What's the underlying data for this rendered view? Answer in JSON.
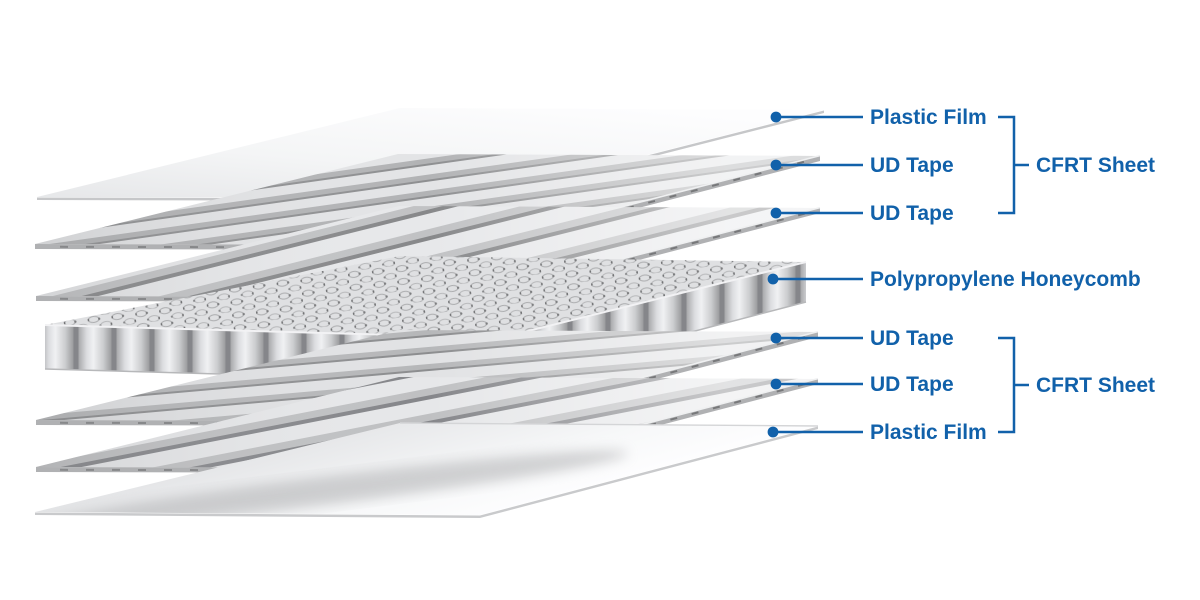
{
  "diagram": {
    "type": "exploded-layer-diagram",
    "subject": "CFRT honeycomb sandwich panel lay-up",
    "background_color": "#ffffff",
    "accent_color": "#1161aa",
    "layers_top_to_bottom": [
      "Plastic Film",
      "UD Tape",
      "UD Tape",
      "Polypropylene Honeycomb",
      "UD Tape",
      "UD Tape",
      "Plastic Film"
    ],
    "callouts": [
      {
        "label": "Plastic Film"
      },
      {
        "label": "UD Tape"
      },
      {
        "label": "UD Tape"
      },
      {
        "label": "Polypropylene Honeycomb"
      },
      {
        "label": "UD Tape"
      },
      {
        "label": "UD Tape"
      },
      {
        "label": "Plastic Film"
      }
    ],
    "groups": [
      {
        "label": "CFRT Sheet",
        "members": [
          "Plastic Film",
          "UD Tape",
          "UD Tape"
        ]
      },
      {
        "label": "CFRT Sheet",
        "members": [
          "UD Tape",
          "UD Tape",
          "Plastic Film"
        ]
      }
    ]
  }
}
